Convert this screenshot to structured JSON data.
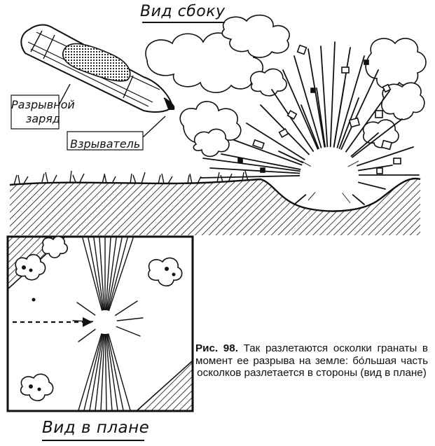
{
  "labels": {
    "side_view": "Вид сбоку",
    "plan_view": "Вид в плане",
    "charge_line1": "Разрывной",
    "charge_line2": "заряд",
    "fuse": "Взрыватель"
  },
  "caption": {
    "figure_number": "Рис. 98.",
    "text": "Так разлетаются осколки гранаты в момент ее разрыва на земле: бо́льшая часть осколков разлетается в стороны (вид в плане)"
  }
}
